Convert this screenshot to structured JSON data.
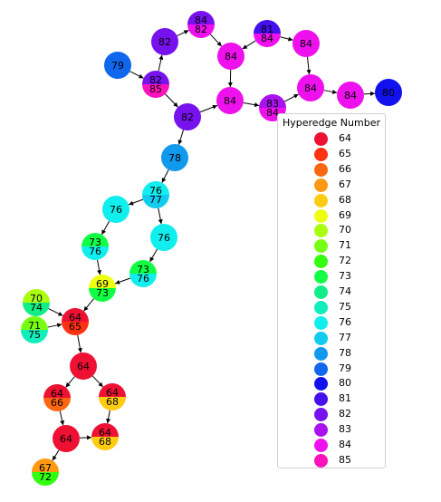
{
  "legend": {
    "title": "Hyperedge Number",
    "entries": [
      {
        "label": "64",
        "color": "#ee1133"
      },
      {
        "label": "65",
        "color": "#ff3311"
      },
      {
        "label": "66",
        "color": "#ff6611"
      },
      {
        "label": "67",
        "color": "#ff9911"
      },
      {
        "label": "68",
        "color": "#ffcc11"
      },
      {
        "label": "69",
        "color": "#eeff11"
      },
      {
        "label": "70",
        "color": "#aaff11"
      },
      {
        "label": "71",
        "color": "#77ff11"
      },
      {
        "label": "72",
        "color": "#33ff11"
      },
      {
        "label": "73",
        "color": "#11ff44"
      },
      {
        "label": "74",
        "color": "#11ee88"
      },
      {
        "label": "75",
        "color": "#11eebb"
      },
      {
        "label": "76",
        "color": "#11eeee"
      },
      {
        "label": "77",
        "color": "#11ccee"
      },
      {
        "label": "78",
        "color": "#1199ee"
      },
      {
        "label": "79",
        "color": "#1166ee"
      },
      {
        "label": "80",
        "color": "#1111ee"
      },
      {
        "label": "81",
        "color": "#4411ee"
      },
      {
        "label": "82",
        "color": "#7711ee"
      },
      {
        "label": "83",
        "color": "#aa11ee"
      },
      {
        "label": "84",
        "color": "#ee11ee"
      },
      {
        "label": "85",
        "color": "#ff11bb"
      }
    ]
  },
  "nodes": [
    {
      "id": "n1",
      "labels": [
        "84",
        "82"
      ],
      "colors": [
        "#7711ee",
        "#ee11ee"
      ]
    },
    {
      "id": "n2",
      "labels": [
        "82"
      ],
      "colors": [
        "#7711ee"
      ]
    },
    {
      "id": "n3",
      "labels": [
        "84"
      ],
      "colors": [
        "#ee11ee"
      ]
    },
    {
      "id": "n4",
      "labels": [
        "81",
        "84"
      ],
      "colors": [
        "#4411ee",
        "#ee11ee"
      ]
    },
    {
      "id": "n5",
      "labels": [
        "84"
      ],
      "colors": [
        "#ee11ee"
      ]
    },
    {
      "id": "n6",
      "labels": [
        "79"
      ],
      "colors": [
        "#1166ee"
      ]
    },
    {
      "id": "n7",
      "labels": [
        "82",
        "85"
      ],
      "colors": [
        "#7711ee",
        "#ff11bb"
      ]
    },
    {
      "id": "n8",
      "labels": [
        "84"
      ],
      "colors": [
        "#ee11ee"
      ]
    },
    {
      "id": "n9",
      "labels": [
        "80"
      ],
      "colors": [
        "#1111ee"
      ]
    },
    {
      "id": "n10",
      "labels": [
        "84"
      ],
      "colors": [
        "#ee11ee"
      ]
    },
    {
      "id": "n11",
      "labels": [
        "84"
      ],
      "colors": [
        "#ee11ee"
      ]
    },
    {
      "id": "n12",
      "labels": [
        "83",
        "84"
      ],
      "colors": [
        "#aa11ee",
        "#ee11ee"
      ]
    },
    {
      "id": "n13",
      "labels": [
        "82"
      ],
      "colors": [
        "#7711ee"
      ]
    },
    {
      "id": "n14",
      "labels": [
        "78"
      ],
      "colors": [
        "#1199ee"
      ]
    },
    {
      "id": "n15",
      "labels": [
        "76",
        "77"
      ],
      "colors": [
        "#11eeee",
        "#11ccee"
      ]
    },
    {
      "id": "n16",
      "labels": [
        "76"
      ],
      "colors": [
        "#11eeee"
      ]
    },
    {
      "id": "n17",
      "labels": [
        "76"
      ],
      "colors": [
        "#11eeee"
      ]
    },
    {
      "id": "n18",
      "labels": [
        "73",
        "76"
      ],
      "colors": [
        "#11ff44",
        "#11eeee"
      ]
    },
    {
      "id": "n19",
      "labels": [
        "73",
        "76"
      ],
      "colors": [
        "#11ff44",
        "#11eeee"
      ]
    },
    {
      "id": "n20",
      "labels": [
        "69",
        "73"
      ],
      "colors": [
        "#eeff11",
        "#11ff44"
      ]
    },
    {
      "id": "n21",
      "labels": [
        "70",
        "74"
      ],
      "colors": [
        "#aaff11",
        "#11ee88"
      ]
    },
    {
      "id": "n22",
      "labels": [
        "71",
        "75"
      ],
      "colors": [
        "#77ff11",
        "#11eebb"
      ]
    },
    {
      "id": "n23",
      "labels": [
        "64",
        "65"
      ],
      "colors": [
        "#ee1133",
        "#ff3311"
      ]
    },
    {
      "id": "n24",
      "labels": [
        "64"
      ],
      "colors": [
        "#ee1133"
      ]
    },
    {
      "id": "n25",
      "labels": [
        "64",
        "66"
      ],
      "colors": [
        "#ee1133",
        "#ff6611"
      ]
    },
    {
      "id": "n26",
      "labels": [
        "64",
        "68"
      ],
      "colors": [
        "#ee1133",
        "#ffcc11"
      ]
    },
    {
      "id": "n27",
      "labels": [
        "64"
      ],
      "colors": [
        "#ee1133"
      ]
    },
    {
      "id": "n28",
      "labels": [
        "64",
        "68"
      ],
      "colors": [
        "#ee1133",
        "#ffcc11"
      ]
    },
    {
      "id": "n29",
      "labels": [
        "67",
        "72"
      ],
      "colors": [
        "#ff9911",
        "#33ff11"
      ]
    }
  ],
  "edges": [
    [
      "n2",
      "n1"
    ],
    [
      "n1",
      "n3"
    ],
    [
      "n4",
      "n3"
    ],
    [
      "n4",
      "n5"
    ],
    [
      "n5",
      "n8"
    ],
    [
      "n6",
      "n7"
    ],
    [
      "n7",
      "n2"
    ],
    [
      "n7",
      "n13"
    ],
    [
      "n3",
      "n10"
    ],
    [
      "n10",
      "n12"
    ],
    [
      "n12",
      "n8"
    ],
    [
      "n8",
      "n11"
    ],
    [
      "n11",
      "n9"
    ],
    [
      "n13",
      "n10"
    ],
    [
      "n13",
      "n14"
    ],
    [
      "n14",
      "n15"
    ],
    [
      "n15",
      "n16"
    ],
    [
      "n15",
      "n17"
    ],
    [
      "n16",
      "n18"
    ],
    [
      "n17",
      "n19"
    ],
    [
      "n18",
      "n20"
    ],
    [
      "n19",
      "n20"
    ],
    [
      "n20",
      "n23"
    ],
    [
      "n21",
      "n23"
    ],
    [
      "n22",
      "n23"
    ],
    [
      "n23",
      "n24"
    ],
    [
      "n24",
      "n25"
    ],
    [
      "n24",
      "n26"
    ],
    [
      "n25",
      "n27"
    ],
    [
      "n26",
      "n28"
    ],
    [
      "n27",
      "n28"
    ],
    [
      "n27",
      "n29"
    ]
  ]
}
